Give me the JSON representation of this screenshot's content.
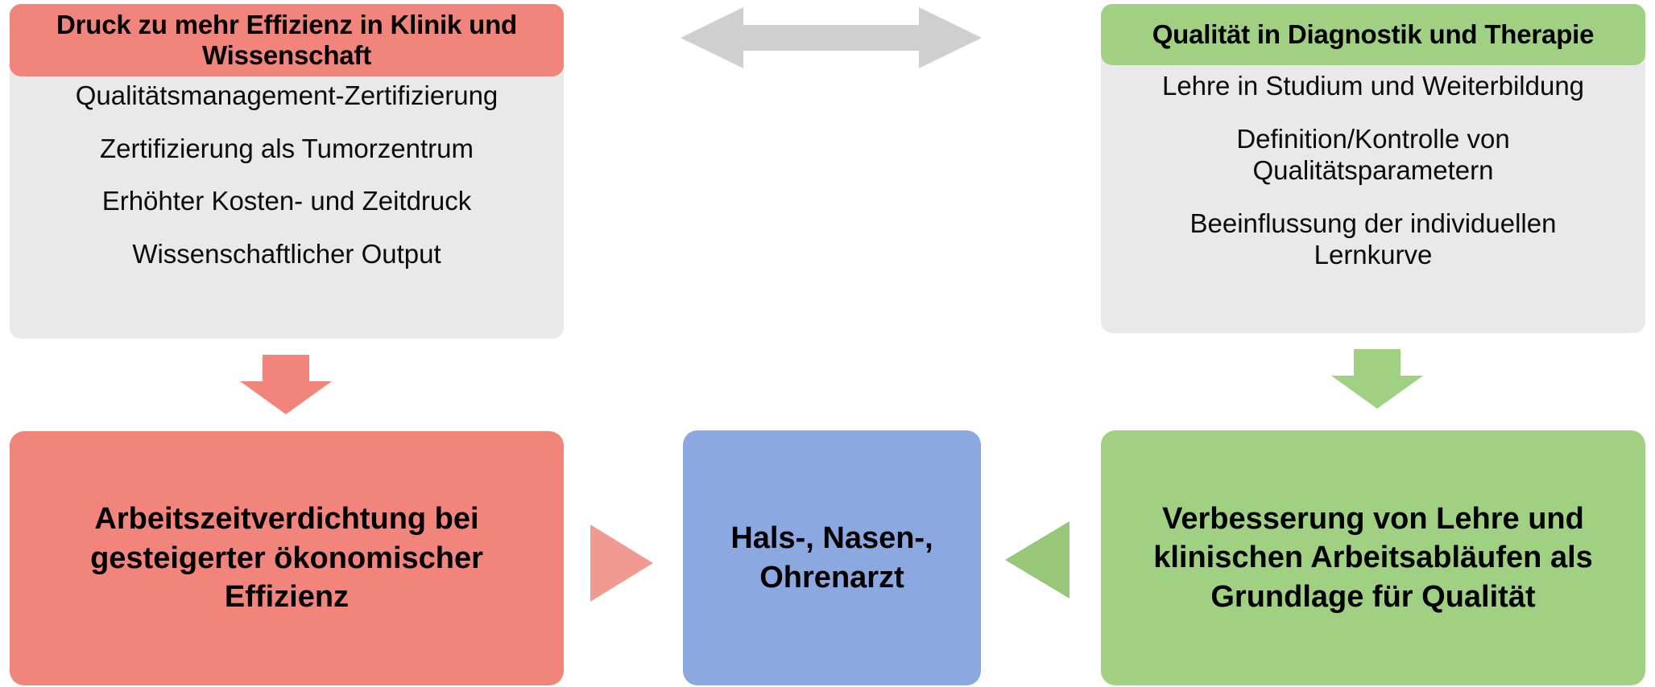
{
  "diagram": {
    "title": "HNO Qualitaet und Effizienz Schema",
    "colors": {
      "salmon": "#f2857b",
      "green": "#a0d183",
      "blue": "#8ba8e0",
      "panel_gray": "#e9e9e9",
      "arrow_gray": "#cfcfcf",
      "triangle_red": "#f09a92",
      "triangle_green": "#96c878"
    }
  },
  "left_panel": {
    "header": "Druck zu mehr Effizienz\nin Klinik und Wissenschaft",
    "items": [
      "Qualitätsmanagement-Zertifizierung",
      "Zertifizierung als Tumorzentrum",
      "Erhöhter Kosten- und Zeitdruck",
      "Wissenschaftlicher Output"
    ]
  },
  "right_panel": {
    "header": "Qualität in Diagnostik und Therapie",
    "items": [
      "Lehre in Studium und Weiterbildung",
      "Definition/Kontrolle von\nQualitätsparametern",
      "Beeinflussung der individuellen\nLernkurve"
    ]
  },
  "bottom": {
    "left_box": "Arbeitszeitverdichtung bei\ngesteigerter ökonomischer\nEffizienz",
    "center_box": "Hals-, Nasen-,\nOhrenarzt",
    "right_box": "Verbesserung von Lehre und\nklinischen Arbeitsabläufen als\nGrundlage für Qualität"
  },
  "arrows": {
    "top_double": "double-headed-horizontal-arrow",
    "left_down": "down-arrow",
    "right_down": "down-arrow",
    "left_triangle": "right-pointing-triangle-arrow",
    "right_triangle": "left-pointing-triangle-arrow"
  }
}
